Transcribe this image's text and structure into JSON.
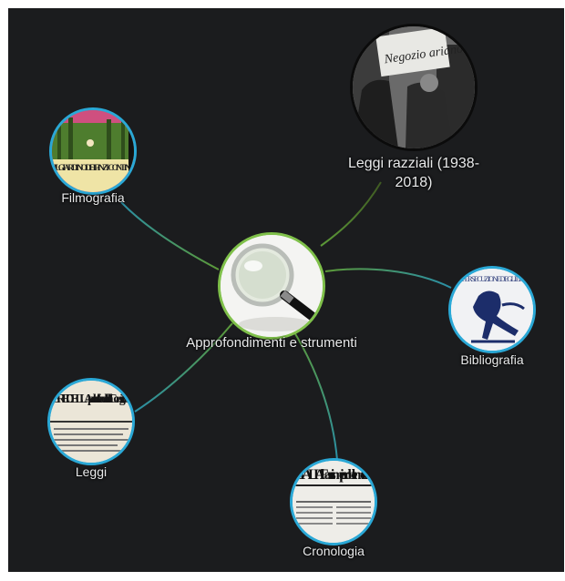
{
  "map": {
    "center": {
      "label": "Approfondimenti e strumenti",
      "image": "magnifying-glass"
    },
    "nodes": {
      "leggi_razziali": {
        "label": "Leggi razziali (1938-2018)",
        "image": "archive-photo-sign"
      },
      "filmografia": {
        "label": "Filmografia",
        "image": "film-poster"
      },
      "bibliografia": {
        "label": "Bibliografia",
        "image": "book-cover"
      },
      "leggi": {
        "label": "Leggi",
        "image": "newspaper-clipping"
      },
      "cronologia": {
        "label": "Cronologia",
        "image": "newspaper-front-page"
      }
    },
    "image_text": {
      "sign": "Negozio ariano",
      "film": "IL GIARDINO DEI FINZI-CONTINI",
      "book": "LA PERSECUZIONE DEGLI EBREI",
      "leggi": "ERE DELLA per la difesa del dal Consiglio dei",
      "cronologia": "ITALIA Il Fascism e i problemi della"
    }
  },
  "colors": {
    "background": "#1b1c1e",
    "node_border": "#2aa8d6",
    "center_border": "#7fc04a",
    "link_green": "#5b8c36",
    "link_teal": "#2a8fa6",
    "label": "#e9eaeb"
  }
}
